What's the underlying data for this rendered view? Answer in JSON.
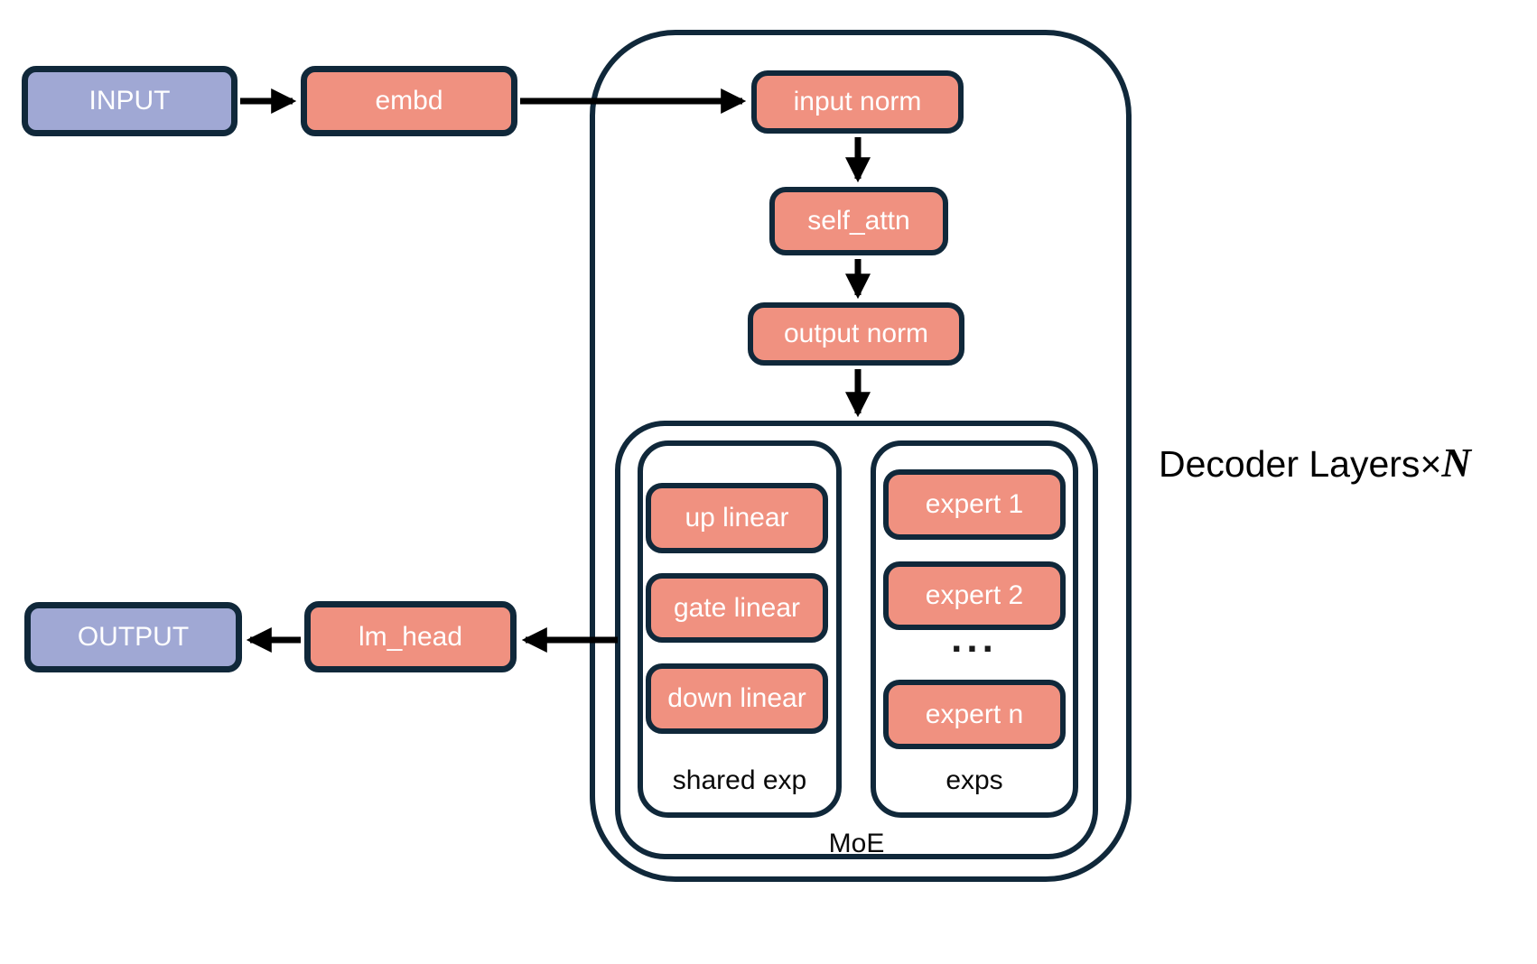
{
  "diagram": {
    "kind": "moe-decoder-architecture",
    "nodes": {
      "input": "INPUT",
      "embd": "embd",
      "input_norm": "input norm",
      "self_attn": "self_attn",
      "output_norm": "output norm",
      "up_linear": "up linear",
      "gate_linear": "gate linear",
      "down_linear": "down linear",
      "expert_1": "expert 1",
      "expert_2": "expert 2",
      "experts_ellipsis": "...",
      "expert_n": "expert n",
      "lm_head": "lm_head",
      "output": "OUTPUT"
    },
    "containers": {
      "shared_exp": "shared exp",
      "exps": "exps",
      "moe": "MoE"
    },
    "annotations": {
      "decoder_layers_prefix": "Decoder Layers",
      "times": "×",
      "repeat_var": "N"
    },
    "edges": [
      [
        "INPUT",
        "embd"
      ],
      [
        "embd",
        "input norm"
      ],
      [
        "input norm",
        "self_attn"
      ],
      [
        "self_attn",
        "output norm"
      ],
      [
        "output norm",
        "MoE"
      ],
      [
        "MoE",
        "lm_head"
      ],
      [
        "lm_head",
        "OUTPUT"
      ]
    ],
    "colors": {
      "io_fill": "#A0A8D4",
      "module_fill": "#F09180",
      "outline": "#10283A",
      "arrow": "#000000",
      "box_text": "#FFFFFF",
      "label_text": "#000000",
      "canvas": "#FFFFFF"
    }
  }
}
